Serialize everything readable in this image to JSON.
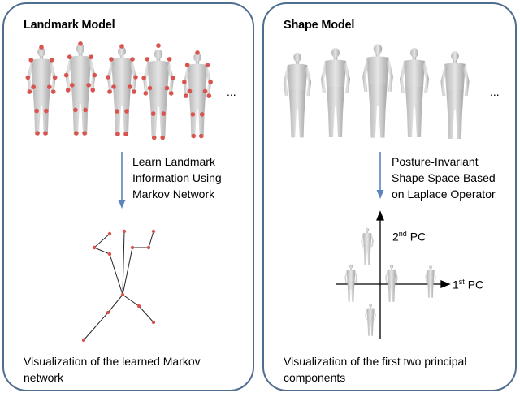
{
  "left_panel": {
    "title": "Landmark Model",
    "step_lines": [
      "Learn Landmark",
      "Information Using",
      "Markov Network"
    ],
    "caption": "Visualization of the learned Markov network",
    "ellipsis": "..."
  },
  "right_panel": {
    "title": "Shape Model",
    "step_lines": [
      "Posture-Invariant",
      "Shape Space Based",
      "on Laplace Operator"
    ],
    "caption": "Visualization of the first two principal components",
    "ellipsis": "...",
    "axis_y": {
      "ordinal": "2",
      "suffix": "nd",
      "unit": "PC"
    },
    "axis_x": {
      "ordinal": "1",
      "suffix": "st",
      "unit": "PC"
    }
  },
  "colors": {
    "border": "#4f6d8f",
    "arrow": "#5b84bf",
    "figure": "#c9c9c9",
    "landmark": "#d9534f",
    "network_edge": "#222222"
  }
}
